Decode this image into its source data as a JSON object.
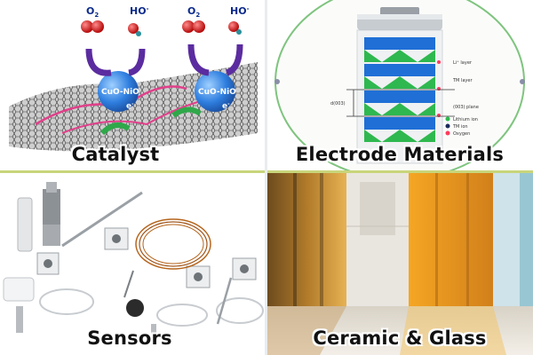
{
  "panels": {
    "catalyst": {
      "caption": "Catalyst",
      "labels": {
        "oxygen": "O",
        "oxygen_sub": "2",
        "hydroxide": "HO",
        "hydroxide_sup": "-",
        "particle": "CuO-NiO",
        "electron": "e",
        "electron_sup": "-"
      }
    },
    "electrode": {
      "caption": "Electrode Materials",
      "legend": [
        "Lithium ion",
        "TM ion",
        "Oxygen"
      ],
      "layer_labels": [
        "Li⁺ layer",
        "TM layer",
        "(003) plane"
      ],
      "spacing_label": "d(003)"
    },
    "sensors": {
      "caption": "Sensors"
    },
    "glass": {
      "caption": "Ceramic & Glass"
    }
  },
  "colors": {
    "divider_accent": "#c8d57a",
    "particle_blue": "#2f7fe0",
    "arrow_purple": "#5b2ca0",
    "cathode_green": "#2fb84f",
    "cathode_blue": "#1f6fd6",
    "glass_amber": "#e39a1c"
  }
}
